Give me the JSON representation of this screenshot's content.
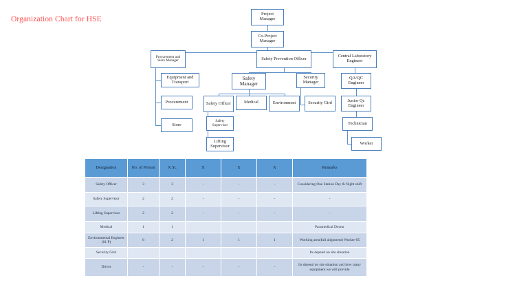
{
  "document": {
    "title": "Organization Chart for HSE",
    "title_color": "#FF4D4D"
  },
  "theme": {
    "node_border": "#4A7EBB",
    "connector": "#5B8FC9",
    "table_header_bg": "#5B9BD5",
    "row_shade_dark": "#C8D4E8",
    "row_shade_light": "#DFE7F3"
  },
  "org_chart": {
    "nodes": {
      "project_manager": "Project Manager",
      "co_project_manager": "Co-Project Manager",
      "procurement_store_manager": "Procurement and Store Manager",
      "safety_prevention_officer": "Safety Prevention Officer",
      "central_laboratory_engineer": "Central Laboratory Engineer",
      "equipment_and_transport": "Equipment and Transport",
      "safety_manager": "Safety Manager",
      "security_manager": "Security Manager",
      "qa_qc_engineer": "QA/QC Engineer",
      "procurement": "Procurement",
      "safety_officer": "Safety Officer",
      "medical": "Medical",
      "environment": "Environment",
      "security_gird": "Security Gird",
      "junior_qc_engineer": "Junior Qc Engineer",
      "store": "Store",
      "safety_supervisor": "Safety Supervisor",
      "lifting_supervisor": "Lifting Supervisor",
      "technician": "Technician",
      "worker": "Worker"
    }
  },
  "staff_table": {
    "columns": [
      "Designation",
      "No. of Person",
      "X St.",
      "X",
      "X",
      "X",
      "Remarks"
    ],
    "rows": [
      {
        "designation": "Safety Officer",
        "no_of_person": "3",
        "x_st": "3",
        "x1": "-",
        "x2": "-",
        "x3": "-",
        "remarks": "Considering One Station Day & Night shift"
      },
      {
        "designation": "Safety Supervisor",
        "no_of_person": "2",
        "x_st": "2",
        "x1": "-",
        "x2": "-",
        "x3": "-",
        "remarks": "-"
      },
      {
        "designation": "Lifting Supervisor",
        "no_of_person": "2",
        "x_st": "2",
        "x1": "-",
        "x2": "-",
        "x3": "-",
        "remarks": "-"
      },
      {
        "designation": "Medical",
        "no_of_person": "1",
        "x_st": "1",
        "x1": "",
        "x2": "",
        "x3": "",
        "remarks": "Paramedical Doctor"
      },
      {
        "designation": "Environmental Engineer (01 P)",
        "no_of_person": "6",
        "x_st": "2",
        "x1": "1",
        "x2": "1",
        "x3": "1",
        "remarks": "Working area(full alignment) Worker-05"
      },
      {
        "designation": "Security Gird",
        "no_of_person": "",
        "x_st": "",
        "x1": "",
        "x2": "",
        "x3": "",
        "remarks": "Its depend on site situation"
      },
      {
        "designation": "Driver",
        "no_of_person": "-",
        "x_st": "-",
        "x1": "-",
        "x2": "-",
        "x3": "-",
        "remarks": "Its depend on site situation and how many equipment we will provide"
      }
    ]
  }
}
